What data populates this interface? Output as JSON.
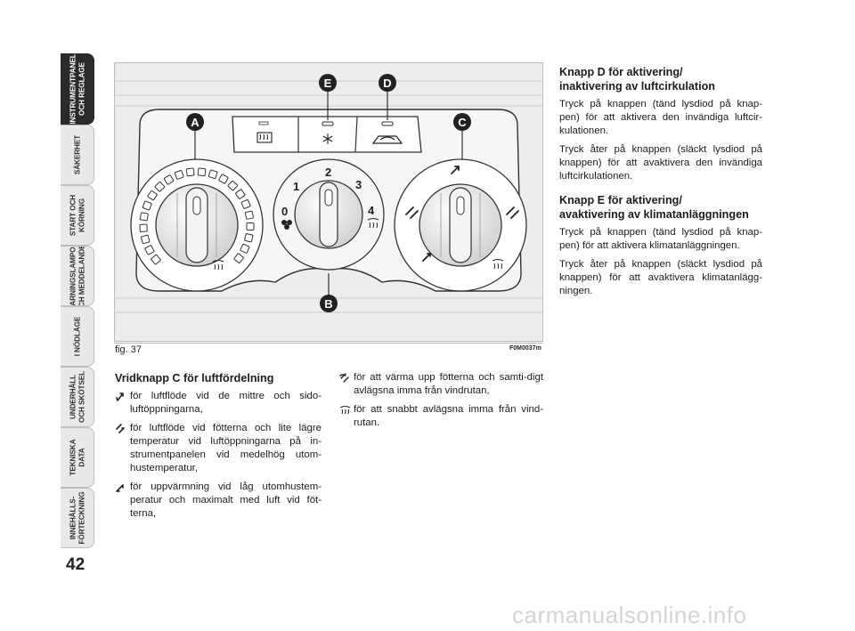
{
  "page_number": "42",
  "side_tabs": [
    {
      "lines": [
        "INSTRUMENTPANEL",
        "OCH REGLAGE"
      ],
      "active": true
    },
    {
      "lines": [
        "SÄKERHET"
      ],
      "active": false
    },
    {
      "lines": [
        "START OCH",
        "KÖRNING"
      ],
      "active": false
    },
    {
      "lines": [
        "VARNINGSLAMPOR",
        "OCH MEDDELANDEN"
      ],
      "active": false
    },
    {
      "lines": [
        "I NÖDLÄGE"
      ],
      "active": false
    },
    {
      "lines": [
        "UNDERHÅLL",
        "OCH SKÖTSEL"
      ],
      "active": false
    },
    {
      "lines": [
        "TEKNISKA",
        "DATA"
      ],
      "active": false
    },
    {
      "lines": [
        "INNEHÅLLS-",
        "FÖRTECKNING"
      ],
      "active": false
    }
  ],
  "figure": {
    "label": "fig. 37",
    "code": "F0M0037m",
    "callouts": {
      "a": "A",
      "b": "B",
      "c": "C",
      "d": "D",
      "e": "E"
    },
    "fan_numbers": [
      "0",
      "1",
      "2",
      "3",
      "4"
    ]
  },
  "left_column": {
    "heading": "Vridknapp C för luftfördelning",
    "items": [
      {
        "icon": "face-vent-icon",
        "text": "för luftflöde vid de mittre och sido-luftöppningarna,"
      },
      {
        "icon": "face-feet-vent-icon",
        "text": "för luftflöde vid fötterna och lite lägre temperatur vid luftöppningarna på in-strumentpanelen vid medelhög utom-hustemperatur,"
      },
      {
        "icon": "feet-vent-icon",
        "text": "för uppvärmning vid låg utomhustem-peratur och maximalt med luft vid föt-terna,"
      }
    ]
  },
  "middle_column": {
    "items": [
      {
        "icon": "feet-windscreen-icon",
        "text": "för att värma upp fötterna och samti-digt avlägsna imma från vindrutan,"
      },
      {
        "icon": "windscreen-defrost-icon",
        "text": "för att snabbt avlägsna imma från vind-rutan."
      }
    ]
  },
  "right_column": {
    "section1_heading_1": "Knapp D för aktivering/",
    "section1_heading_2": "inaktivering av luftcirkulation",
    "section1_p1": "Tryck på knappen (tänd lysdiod på knap-pen) för att aktivera den invändiga luftcir-kulationen.",
    "section1_p2": "Tryck åter på knappen (släckt lysdiod på knappen) för att avaktivera den invändiga luftcirkulationen.",
    "section2_heading_1": "Knapp E för aktivering/",
    "section2_heading_2": "avaktivering av klimatanläggningen",
    "section2_p1": "Tryck på knappen (tänd lysdiod på knap-pen) för att aktivera klimatanläggningen.",
    "section2_p2": "Tryck åter på knappen (släckt lysdiod på knappen) för att avaktivera klimatanlägg-ningen."
  },
  "watermark": "carmanualsonline.info"
}
